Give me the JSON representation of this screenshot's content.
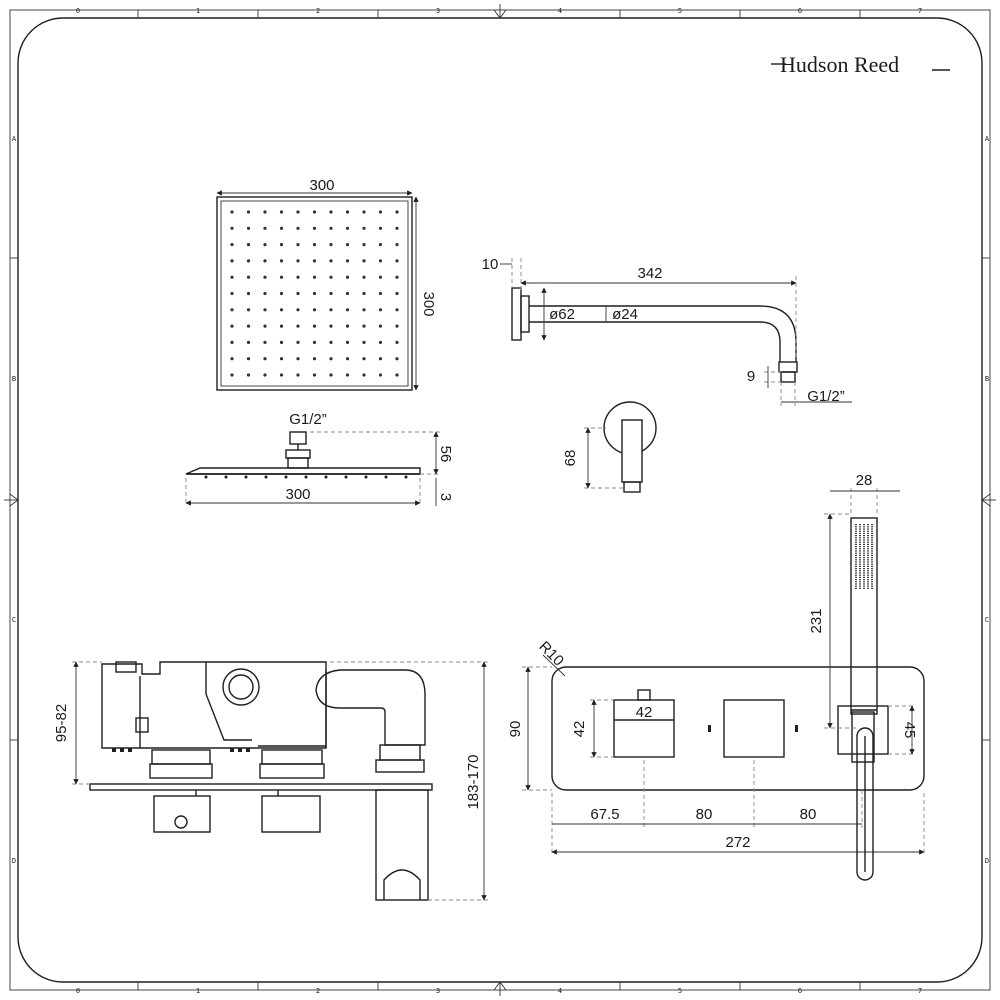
{
  "brand": {
    "name": "Hudson Reed"
  },
  "border": {
    "columns": [
      "0",
      "1",
      "2",
      "3",
      "4",
      "5",
      "6",
      "7"
    ],
    "rows": [
      "A",
      "B",
      "C",
      "D"
    ]
  },
  "shower_head": {
    "width_label": "300",
    "height_label": "300",
    "inlet_label": "G1/2”",
    "side_height_label": "56",
    "side_thickness_label": "3",
    "side_width_label": "300"
  },
  "shower_arm": {
    "length_label": "342",
    "wall_offset_label": "10",
    "flange_diameter_label": "ø62",
    "pipe_diameter_label": "ø24",
    "outlet_height_label": "9",
    "outlet_thread_label": "G1/2”"
  },
  "wall_outlet": {
    "height_label": "68"
  },
  "handset": {
    "width_label": "28",
    "length_label": "231",
    "holder_label": "45"
  },
  "valve_side": {
    "depth_label": "95-82",
    "range_label": "183-170"
  },
  "valve_front": {
    "radius_label": "R10",
    "height_label": "90",
    "knob_height_label": "42",
    "knob_width_label": "42",
    "spacing_first_label": "67.5",
    "spacing_second_label": "80",
    "spacing_third_label": "80",
    "total_width_label": "272"
  }
}
